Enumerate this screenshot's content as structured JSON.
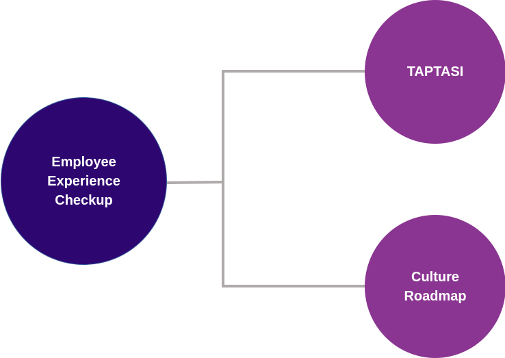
{
  "root": {
    "label": "Employee\nExperience\nCheckup"
  },
  "children": [
    {
      "label": "TAPTASI"
    },
    {
      "label": "Culture\nRoadmap"
    }
  ],
  "colors": {
    "root_fill": "#2e0670",
    "child_fill": "#8a3591",
    "connector": "#aeaaaa"
  }
}
